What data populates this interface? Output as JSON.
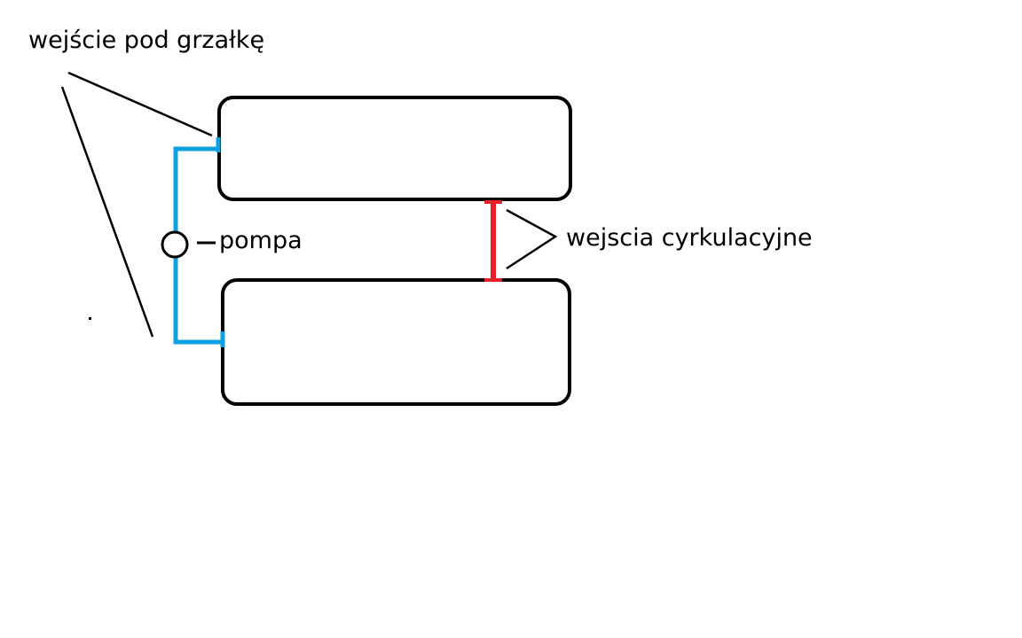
{
  "labels": {
    "heater_inlet": "wejście pod grzałkę",
    "pump": "pompa",
    "circulation_inlets": "wejscia cyrkulacyjne"
  },
  "colors": {
    "outline": "#000000",
    "pipe_blue": "#0ea0e0",
    "pipe_red": "#e8202a",
    "background": "#ffffff"
  }
}
